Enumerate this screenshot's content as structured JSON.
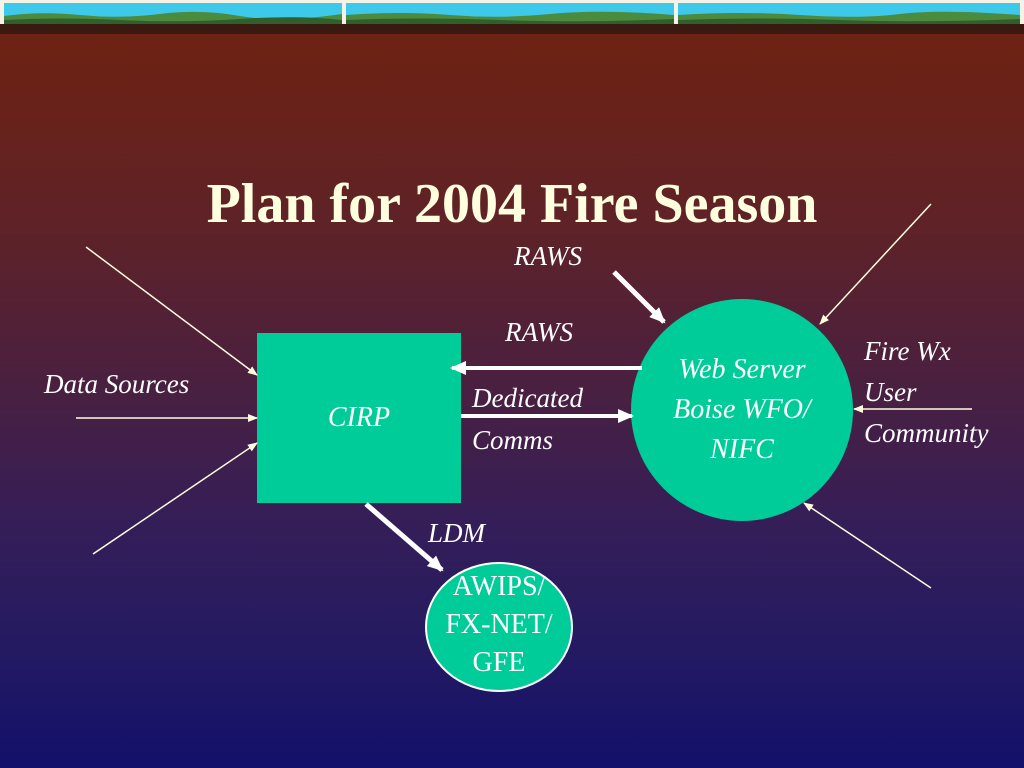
{
  "title": "Plan for 2004 Fire Season",
  "nodes": {
    "cirp": "CIRP",
    "web_server": [
      "Web Server",
      "Boise WFO/",
      "NIFC"
    ],
    "awips": [
      "AWIPS/",
      "FX-NET/",
      "GFE"
    ]
  },
  "labels": {
    "raws_top": "RAWS",
    "raws_link": "RAWS",
    "dedicated_comms": [
      "Dedicated",
      "Comms"
    ],
    "ldm": "LDM",
    "data_sources": "Data Sources",
    "fire_wx_user_community": [
      "Fire Wx",
      "User",
      "Community"
    ]
  },
  "colors": {
    "shape_fill": "#00cc99",
    "title_text": "#ffffe0",
    "arrow": "#ffffff",
    "thin_line": "#ffffe0",
    "top_strip_blue": "#36c9ea",
    "top_strip_green": "#3f7f3f"
  }
}
